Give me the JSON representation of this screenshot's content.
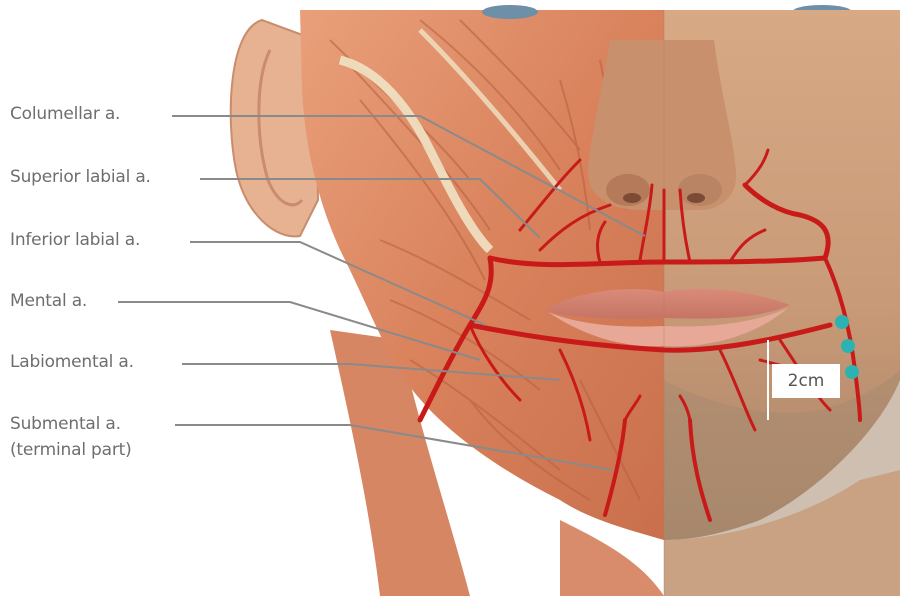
{
  "labels": {
    "columellar": "Columellar a.",
    "superior_labial": "Superior labial a.",
    "inferior_labial": "Inferior labial a.",
    "mental": "Mental a.",
    "labiomental": "Labiomental a.",
    "submental_line1": "Submental a.",
    "submental_line2": "(terminal part)"
  },
  "measurement": "2cm",
  "colors": {
    "artery": "#c91a1a",
    "marker": "#2ab3b0",
    "leader_line": "#8a8a8a",
    "label_text": "#6e6e6e"
  }
}
